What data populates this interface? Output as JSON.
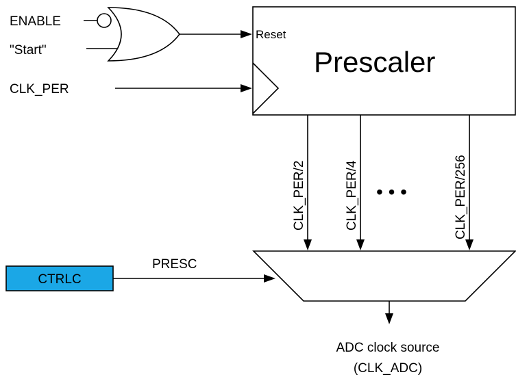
{
  "inputs": {
    "enable": "ENABLE",
    "start": "\"Start\"",
    "clk_per": "CLK_PER"
  },
  "prescaler": {
    "title": "Prescaler",
    "reset_label": "Reset"
  },
  "outputs": {
    "div2": "CLK_PER/2",
    "div4": "CLK_PER/4",
    "ellipsis": "• • •",
    "div256": "CLK_PER/256"
  },
  "control": {
    "register": "CTRLC",
    "field": "PRESC"
  },
  "result": {
    "line1": "ADC clock source",
    "line2": "(CLK_ADC)"
  },
  "colors": {
    "register_fill": "#1ba7e6",
    "stroke": "#000000"
  }
}
